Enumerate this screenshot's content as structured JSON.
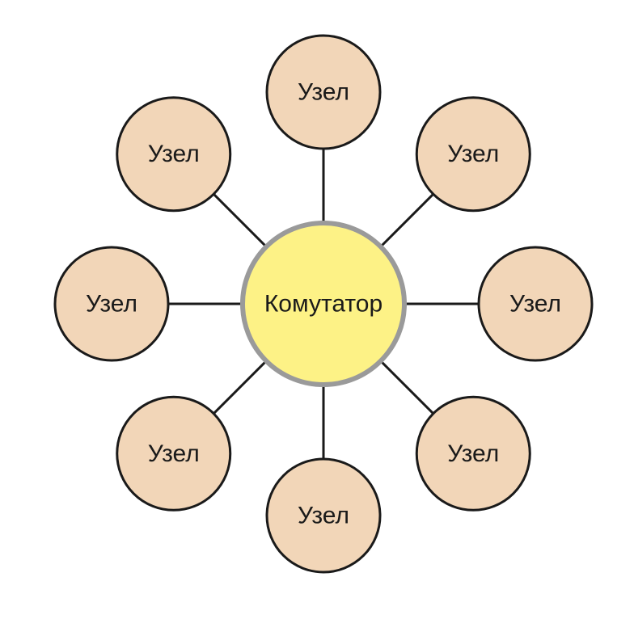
{
  "diagram": {
    "type": "star-topology",
    "hub": {
      "label": "Комутатор",
      "fill": "#fdf286",
      "stroke": "#9a9a9a"
    },
    "node_fill": "#f2d6b8",
    "node_stroke": "#1a1a1a",
    "link_color": "#1a1a1a",
    "nodes": [
      {
        "label": "Узел"
      },
      {
        "label": "Узел"
      },
      {
        "label": "Узел"
      },
      {
        "label": "Узел"
      },
      {
        "label": "Узел"
      },
      {
        "label": "Узел"
      },
      {
        "label": "Узел"
      },
      {
        "label": "Узел"
      }
    ]
  }
}
